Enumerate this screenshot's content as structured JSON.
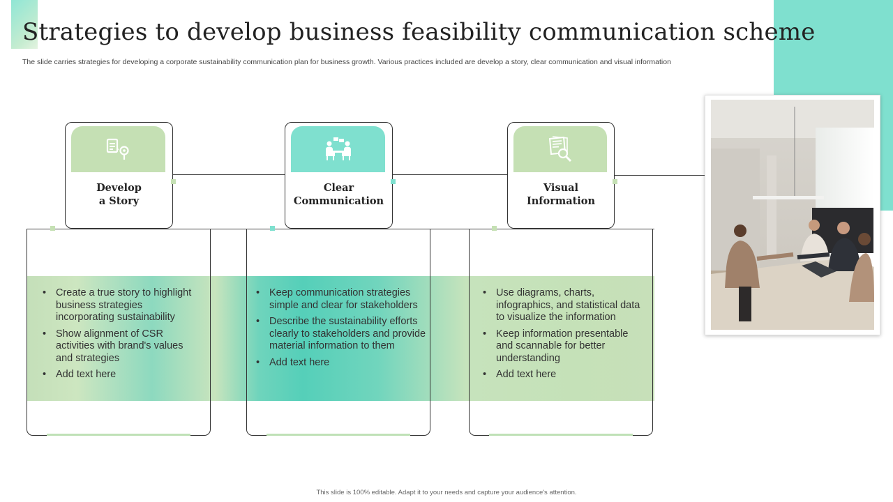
{
  "title": "Strategies to develop business feasibility communication scheme",
  "subtitle": "The slide carries strategies for developing a corporate sustainability communication plan for business growth. Various practices included are develop a story, clear communication and visual information",
  "footer": "This slide is 100% editable. Adapt it to your needs and capture your audience's attention.",
  "colors": {
    "green": "#c5e0b4",
    "teal": "#7fe0cf",
    "band_teal": "#55cfb9",
    "line": "#333333"
  },
  "cards": [
    {
      "label_line1": "Develop",
      "label_line2": "a Story",
      "icon": "story-map-icon",
      "tab_color": "#c5e0b4",
      "bullets": [
        "Create a true story to highlight business strategies incorporating sustainability",
        "Show alignment of CSR activities with brand's values and strategies",
        "Add text here"
      ]
    },
    {
      "label_line1": "Clear",
      "label_line2": "Communication",
      "icon": "meeting-icon",
      "tab_color": "#7fe0cf",
      "bullets": [
        "Keep communication strategies simple and clear for stakeholders",
        "Describe the sustainability efforts clearly to stakeholders and provide material information to them",
        "Add text here"
      ]
    },
    {
      "label_line1": "Visual",
      "label_line2": "Information",
      "icon": "document-search-icon",
      "tab_color": "#c5e0b4",
      "bullets": [
        "Use diagrams, charts, infographics, and statistical data to visualize the information",
        "Keep information presentable and scannable for better understanding",
        "Add text here"
      ]
    }
  ],
  "photo": {
    "icon": "business-meeting-photo"
  }
}
